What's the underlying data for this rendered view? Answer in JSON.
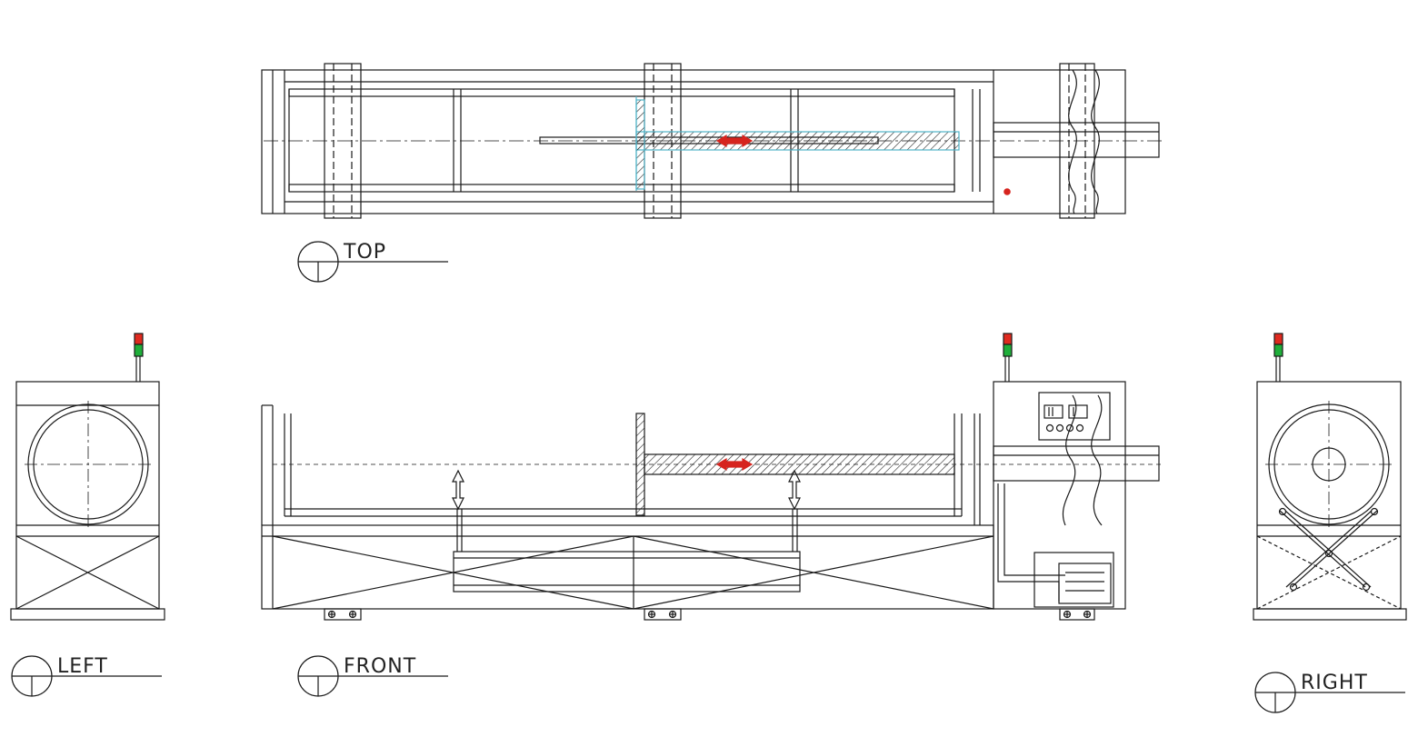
{
  "views": {
    "top": {
      "label": "TOP"
    },
    "front": {
      "label": "FRONT"
    },
    "left": {
      "label": "LEFT"
    },
    "right": {
      "label": "RIGHT"
    }
  },
  "colors": {
    "line": "#1a1a1a",
    "accent": "#d6241e",
    "hatch_outline": "#4fb3c8",
    "lamp_red": "#e02a1f",
    "lamp_green": "#1fae3a",
    "background": "#ffffff"
  },
  "icons": {
    "view_symbol": "section-marker-icon",
    "direction": "double-arrow-icon",
    "signal_lamp": "tower-light-icon"
  }
}
